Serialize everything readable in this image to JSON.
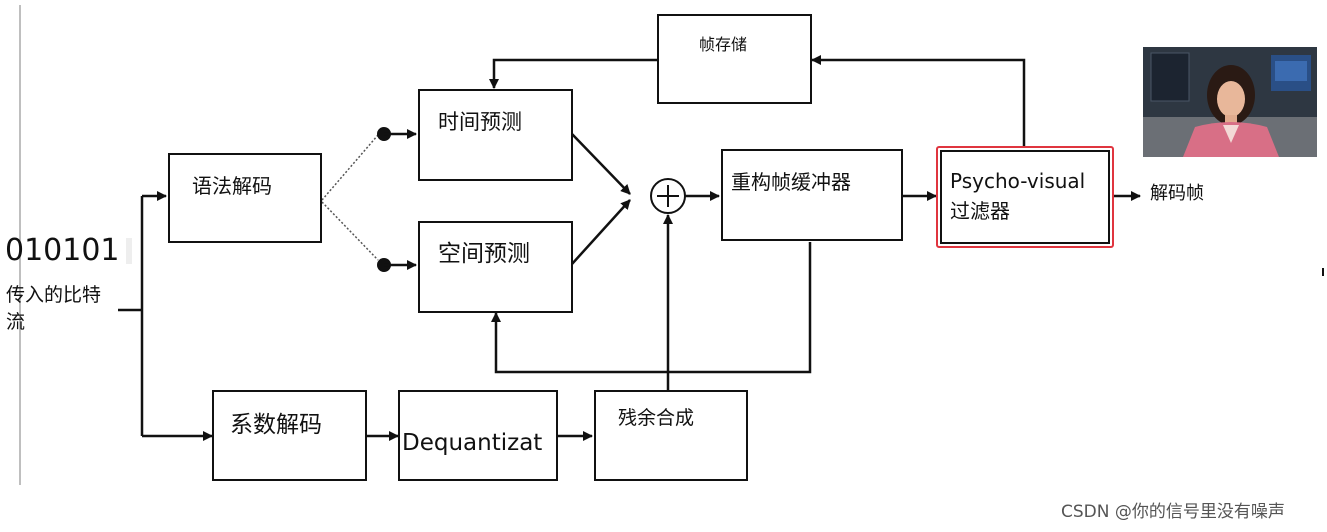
{
  "input": {
    "bits": "010101",
    "caption_line1": "传入的比特",
    "caption_line2": "流"
  },
  "blocks": {
    "syntax_decode": "语法解码",
    "temporal_pred": "时间预测",
    "spatial_pred": "空间预测",
    "frame_store": "帧存储",
    "recon_buffer": "重构帧缓冲器",
    "filter_line1": "Psycho-visual",
    "filter_line2": "过滤器",
    "coef_decode": "系数解码",
    "dequant": "Dequantizat",
    "residual": "残余合成"
  },
  "output": {
    "label": "解码帧"
  },
  "colors": {
    "line": "#111111",
    "highlight": "#e0353f"
  },
  "watermark": "CSDN @你的信号里没有噪声"
}
